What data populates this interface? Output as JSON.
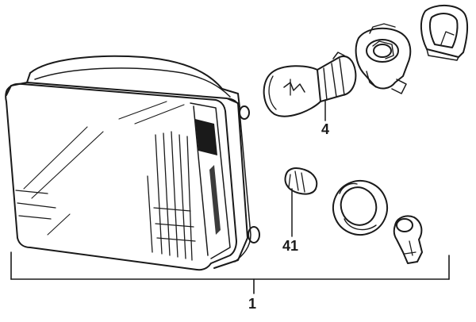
{
  "callouts": {
    "bulb": "4",
    "small_bulb": "41",
    "assembly": "1"
  },
  "parts": {
    "headlamp": "headlamp-assembly",
    "bulb": "main-bulb",
    "small_bulb": "wedge-bulb",
    "holder": "bulb-holder",
    "cap": "rubber-cap",
    "ring": "retaining-ring",
    "socket": "small-socket"
  },
  "colors": {
    "ink": "#1a1a1a",
    "paper": "#ffffff"
  }
}
